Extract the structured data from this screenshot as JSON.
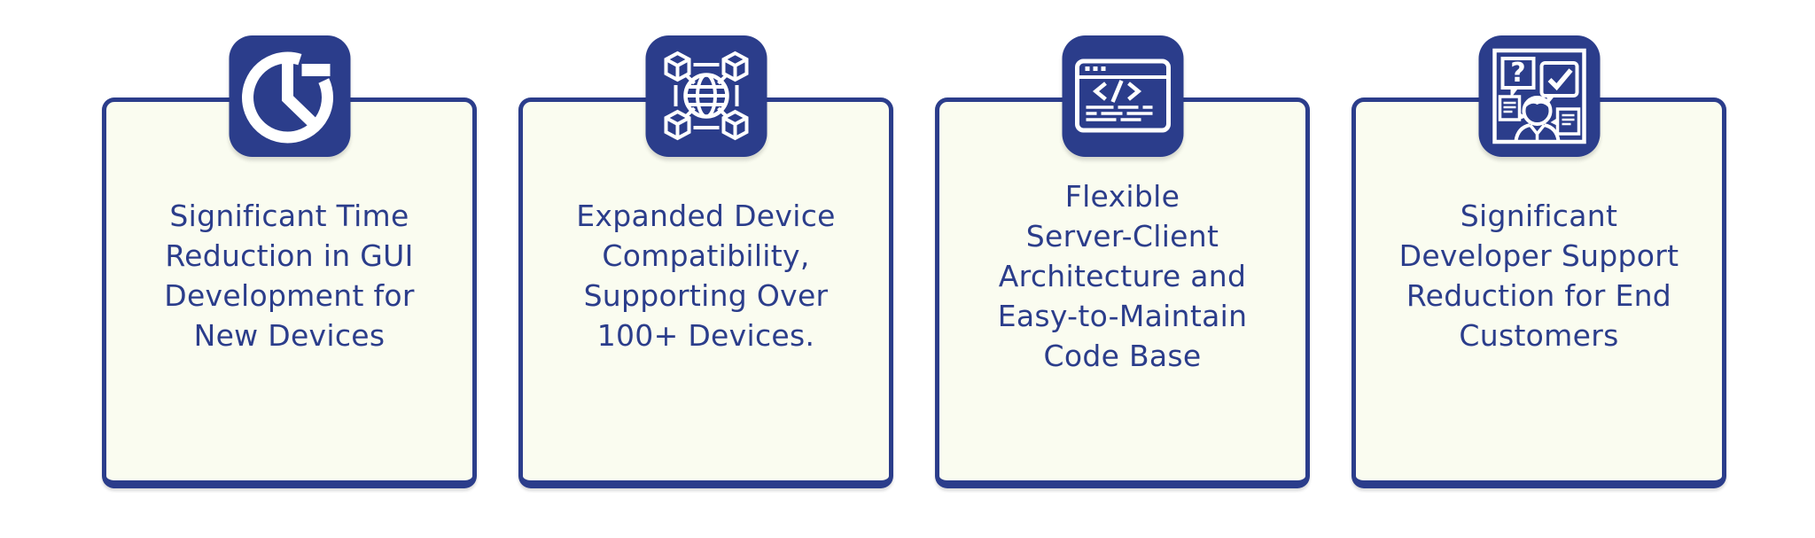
{
  "theme": {
    "primary_blue": "#2b3d8b",
    "card_background": "#fafcf0",
    "page_background": "#ffffff",
    "icon_glyph_color": "#ffffff"
  },
  "cards": [
    {
      "icon": "clock-icon",
      "lines": [
        "Significant Time",
        "Reduction in GUI",
        "Development for",
        "New Devices"
      ]
    },
    {
      "icon": "connected-devices-globe-icon",
      "lines": [
        "Expanded Device",
        "Compatibility,",
        "Supporting Over",
        "100+ Devices."
      ]
    },
    {
      "icon": "code-window-icon",
      "lines": [
        "Flexible",
        "Server-Client",
        "Architecture and",
        "Easy-to-Maintain",
        "Code Base"
      ]
    },
    {
      "icon": "customer-support-icon",
      "lines": [
        "Significant",
        "Developer Support",
        "Reduction for End",
        "Customers"
      ]
    }
  ]
}
